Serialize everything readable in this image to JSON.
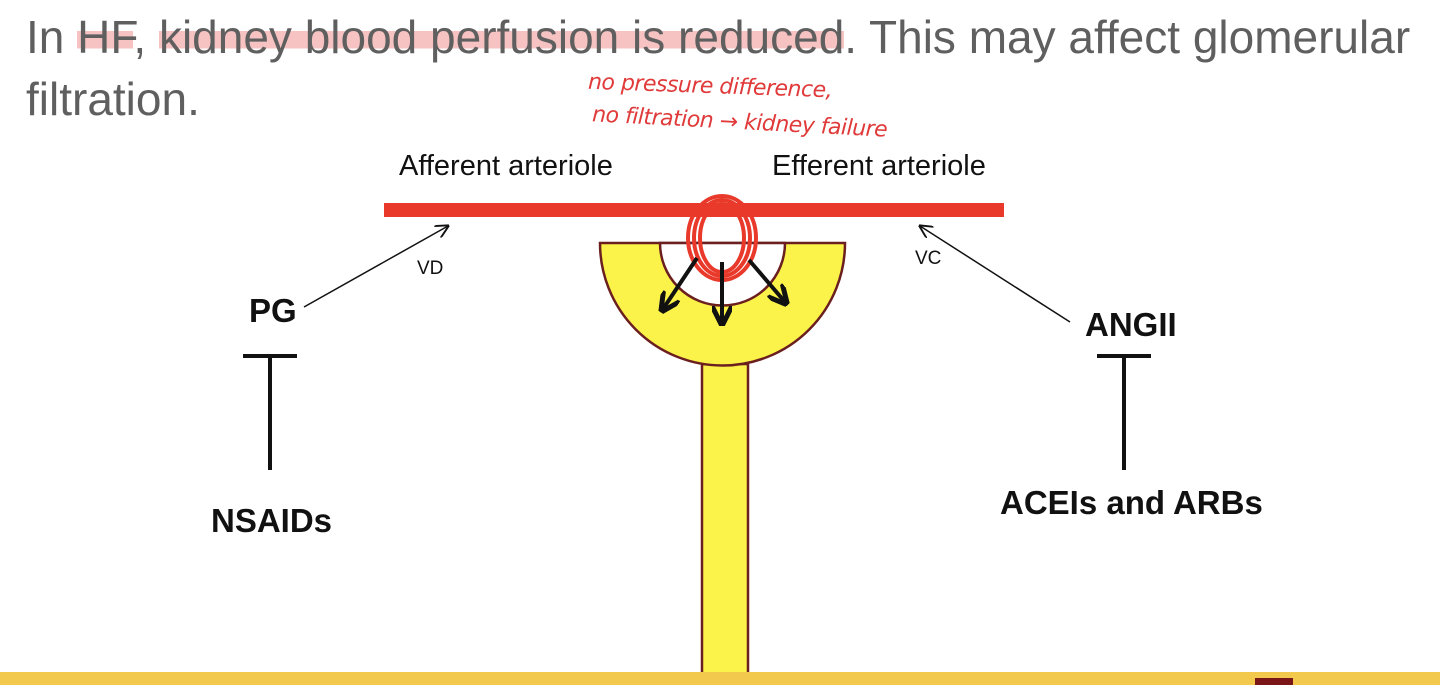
{
  "heading": {
    "t1": "In ",
    "t2": "HF",
    "t3": ", ",
    "t4": "kidney blood perfusion is reduced",
    "t5": ". This may affect glomerular filtration."
  },
  "annotation": {
    "line1": "no pressure difference,",
    "line2": "no filtration → kidney failure"
  },
  "labels": {
    "afferent": "Afferent arteriole",
    "efferent": "Efferent arteriole",
    "vd": "VD",
    "vc": "VC",
    "pg": "PG",
    "angii": "ANGII",
    "nsaids": "NSAIDs",
    "acei": "ACEIs and ARBs"
  },
  "colors": {
    "vessel": "#e8392b",
    "capsule": "#fbf34a",
    "capsule_outline": "#6b1f1f",
    "highlight": "#ec7878",
    "footer": "#f2c94c"
  }
}
